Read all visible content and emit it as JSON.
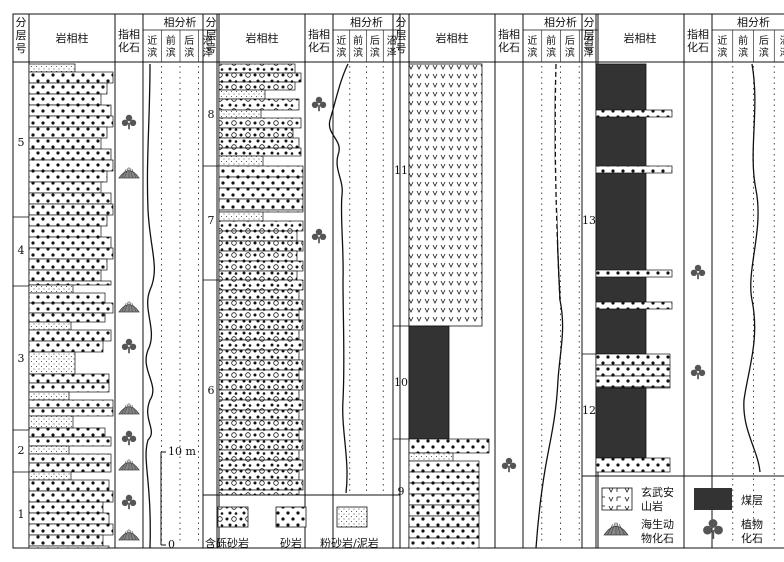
{
  "headers": {
    "layer_no": [
      "分",
      "层",
      "号"
    ],
    "lithology_column": "岩相柱",
    "index_fossil": [
      "指相",
      "化石"
    ],
    "facies_analysis": "相分析",
    "facies_types": [
      [
        "近",
        "滨"
      ],
      [
        "前",
        "滨"
      ],
      [
        "后",
        "滨"
      ],
      [
        "沼",
        "泽"
      ]
    ]
  },
  "scale": {
    "label": "10 m",
    "zero": "0"
  },
  "layer_numbers": [
    "1",
    "2",
    "3",
    "4",
    "5",
    "6",
    "7",
    "8",
    "9",
    "10",
    "11",
    "12",
    "13"
  ],
  "legend": {
    "conglomeratic_sandstone": "含砾砂岩",
    "sandstone": "砂岩",
    "siltstone_mudstone": "粉砂岩/泥岩",
    "basaltic_andesite": [
      "玄武安",
      "山岩"
    ],
    "coal_seam": "煤层",
    "marine_fossil": [
      "海生动",
      "物化石"
    ],
    "plant_fossil": [
      "植物",
      "化石"
    ]
  },
  "colors": {
    "ink": "#111111",
    "coal": "#333333",
    "fossil_gray": "#777777"
  }
}
